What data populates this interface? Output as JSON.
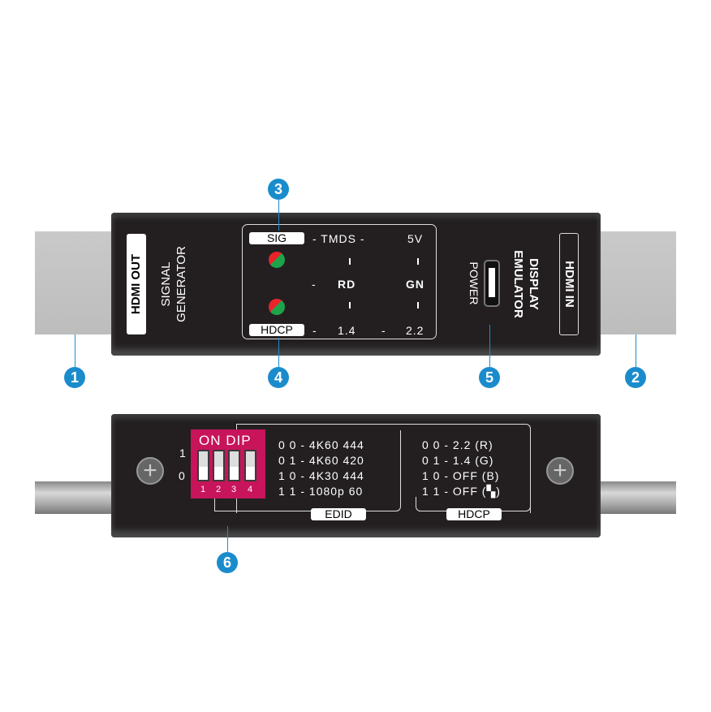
{
  "top": {
    "hdmi_out": "HDMI OUT",
    "signal_generator": [
      "SIGNAL",
      "GENERATOR"
    ],
    "sig": "SIG",
    "tmds": "- TMDS -",
    "v5": "5V",
    "rd": "RD",
    "gn": "GN",
    "hdcp": "HDCP",
    "v14": "1.4",
    "v22": "2.2",
    "dash1": "-",
    "dash2": "-",
    "dash3": "-",
    "power": "POWER",
    "display_emulator": [
      "DISPLAY",
      "EMULATOR"
    ],
    "hdmi_in": "HDMI IN"
  },
  "bottom": {
    "dip_title": "ON DIP",
    "pos1": "1",
    "pos0": "0",
    "switch_numbers": [
      "1",
      "2",
      "3",
      "4"
    ],
    "edid_lines": [
      "0 0 - 4K60 444",
      "0 1 - 4K60 420",
      "1 0 - 4K30 444",
      "1 1 - 1080p 60"
    ],
    "hdcp_lines": [
      "0 0 - 2.2 (R)",
      "0 1 - 1.4 (G)",
      "1 0 - OFF (B)",
      "1 1 - OFF (▚)"
    ],
    "edid_label": "EDID",
    "hdcp_label": "HDCP"
  },
  "callouts": [
    "1",
    "2",
    "3",
    "4",
    "5",
    "6"
  ],
  "colors": {
    "callout": "#1a8ccc",
    "dip": "#c8145a",
    "body": "#231f20"
  }
}
